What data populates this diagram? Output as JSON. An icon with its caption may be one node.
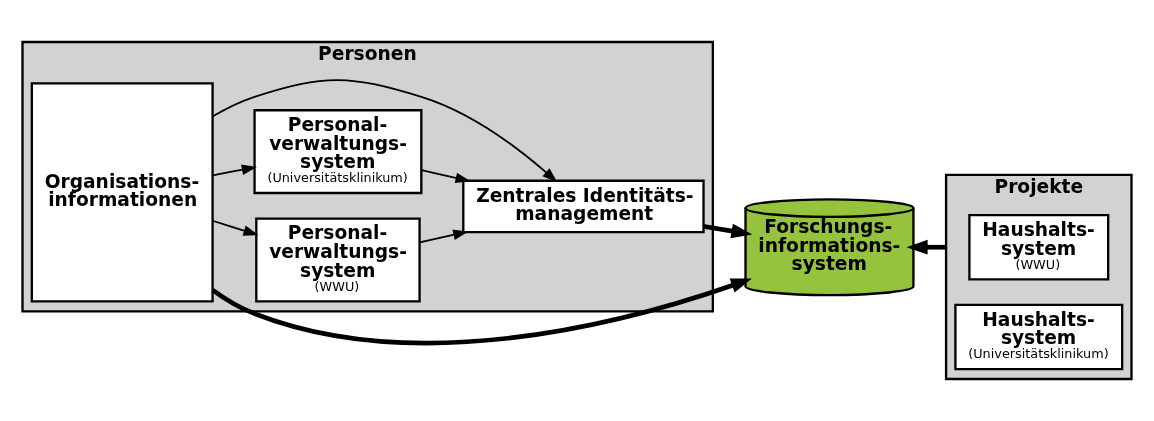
{
  "diagram": {
    "nodes": [
      {
        "text": [
          "Personen"
        ]
      },
      {
        "text": [
          "Organisations- informationen"
        ],
        "in": 0
      },
      {
        "text": [
          "Personal- verwaltungs- system",
          "(WWU)"
        ],
        "in": 0
      },
      {
        "text": [
          "Personal- verwaltungs- system",
          "(Universitätsklinikum)"
        ],
        "in": 0
      },
      {
        "text": [
          "Zentrales Identitäts- management"
        ],
        "in": 0
      },
      {
        "text": [
          "Forschungs- informations- system"
        ]
      },
      {
        "text": [
          "Projekte"
        ]
      },
      {
        "text": [
          "Haushalts- system",
          "(WWU)"
        ],
        "in": 6
      },
      {
        "text": [
          "Haushalts- system",
          "(Universitätsklinikum)"
        ],
        "in": 6
      }
    ],
    "edges": [
      {
        "from": 1,
        "to": 2,
        "arrow": "to"
      },
      {
        "from": 1,
        "to": 3,
        "arrow": "to"
      },
      {
        "from": 2,
        "to": 4,
        "arrow": "to"
      },
      {
        "from": 3,
        "to": 4,
        "arrow": "to"
      },
      {
        "from": 1,
        "to": 4,
        "arrow": "to"
      },
      {
        "from": 4,
        "to": 5,
        "arrow": "to",
        "style": "thick"
      },
      {
        "from": 6,
        "to": 5,
        "arrow": "to",
        "style": "thick"
      },
      {
        "from": 1,
        "to": 5,
        "arrow": "to",
        "style": "thick"
      }
    ]
  }
}
